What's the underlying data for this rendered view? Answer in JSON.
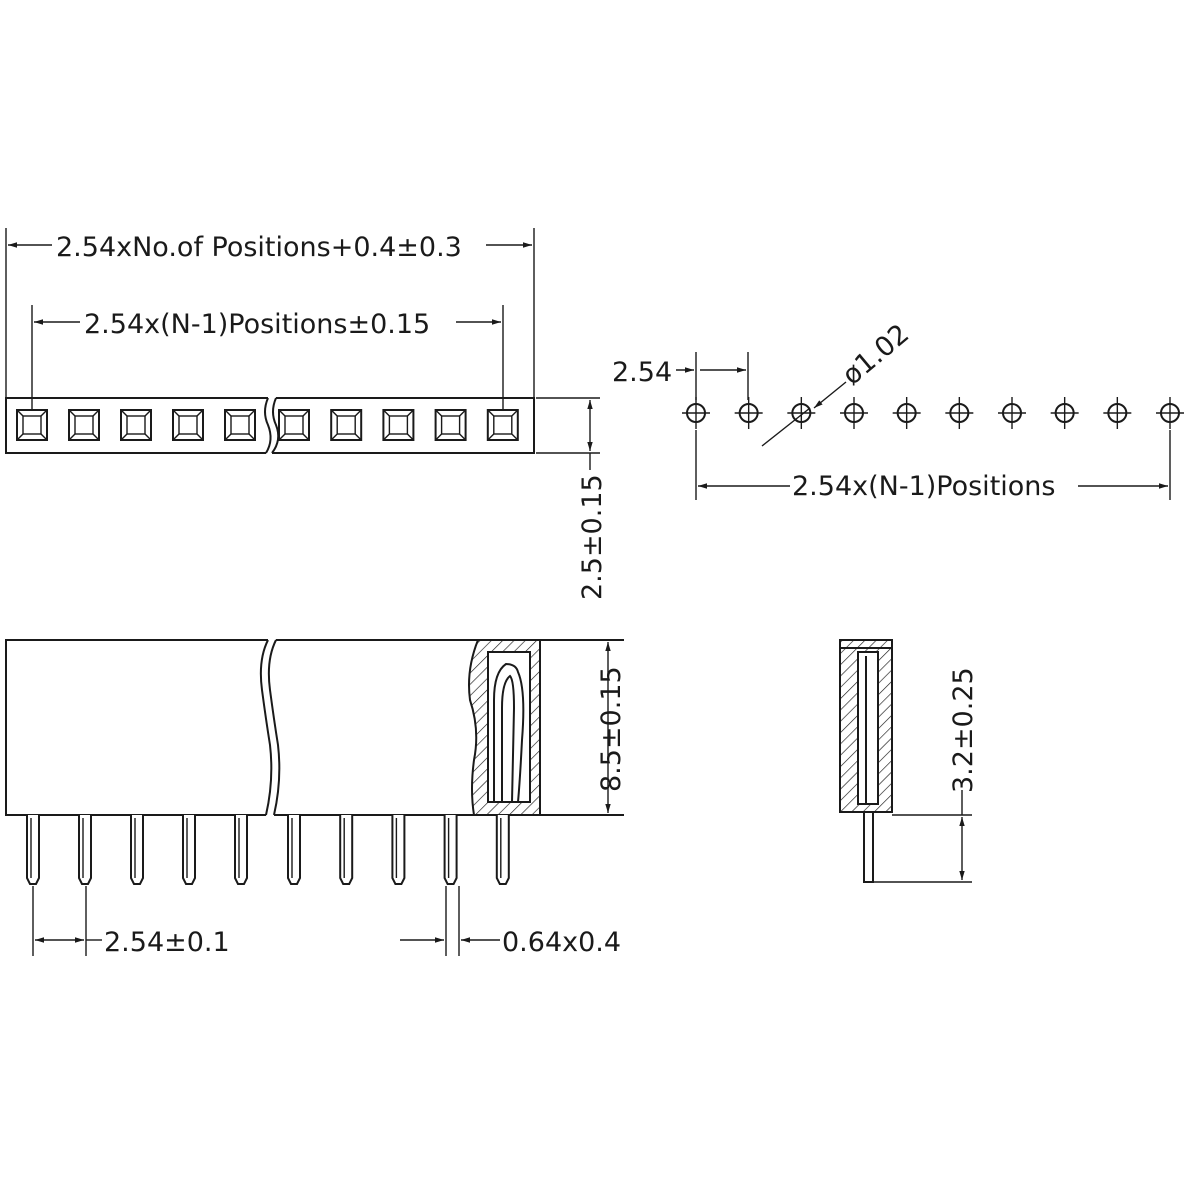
{
  "dimensions": {
    "overall_length": "2.54xNo.of  Positions+0.4±0.3",
    "pitch_span_top": "2.54x(N-1)Positions±0.15",
    "body_width": "2.5±0.15",
    "hole_pitch": "2.54",
    "hole_diameter": "ø1.02",
    "pitch_span_holes": "2.54x(N-1)Positions",
    "body_height": "8.5±0.15",
    "pin_tail_length": "3.2±0.25",
    "pin_pitch": "2.54±0.1",
    "pin_section": "0.64x0.4"
  },
  "counts": {
    "top_view_contacts": 10,
    "pcb_holes": 10,
    "front_view_pins": 10
  },
  "colors": {
    "line": "#1a1a1a",
    "background": "#ffffff"
  }
}
